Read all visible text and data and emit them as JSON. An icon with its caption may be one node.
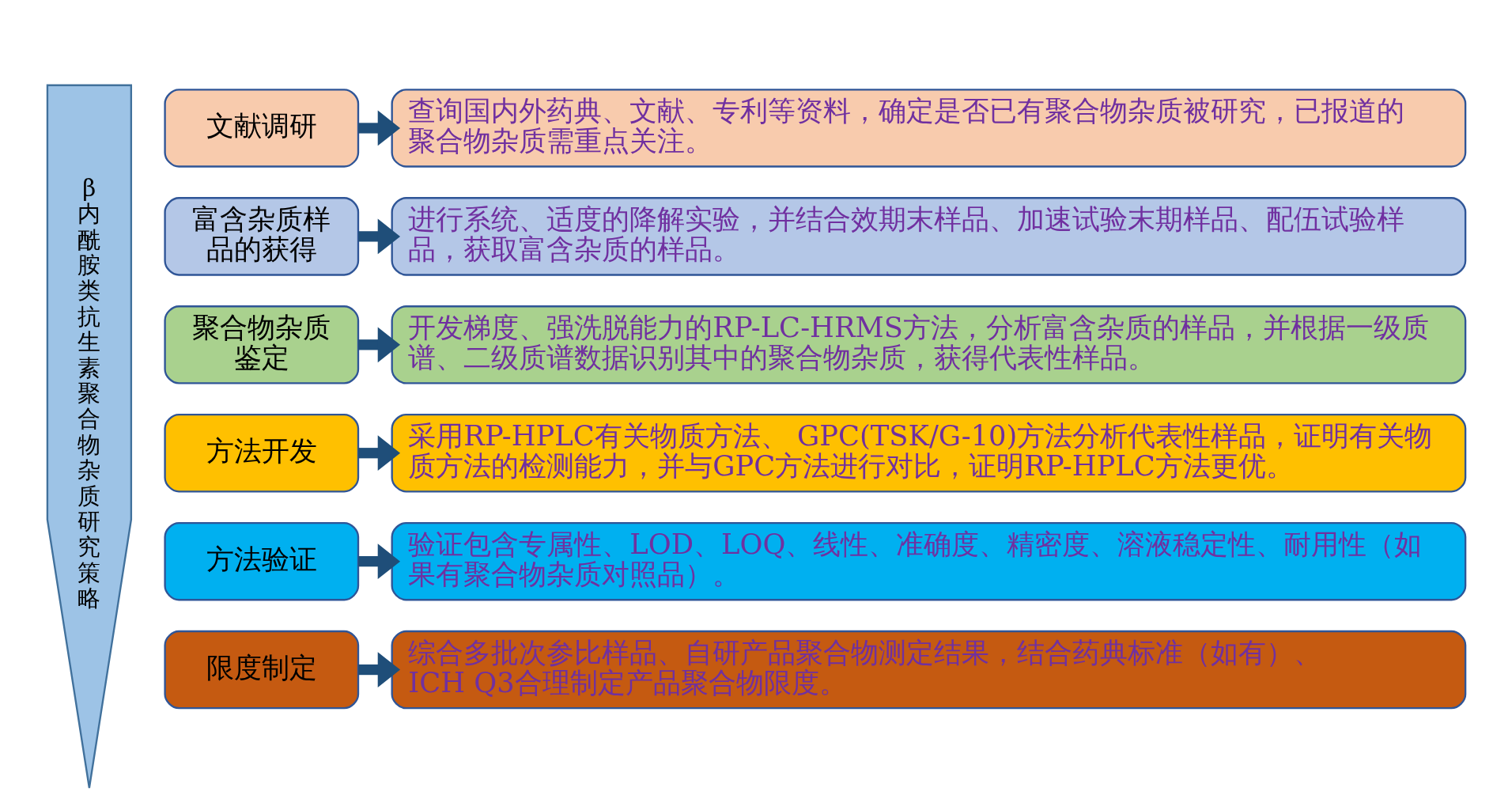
{
  "diagram": {
    "nodes": [
      {
        "text": [
          "β内酰胺类抗生素聚合物杂质研究策略"
        ]
      },
      {
        "text": [
          "文献调研"
        ]
      },
      {
        "text": [
          "查询国内外药典、文献、专利等资料，确定是否已有聚合物杂质被研究，已报道的聚合物杂质需重点关注。"
        ]
      },
      {
        "text": [
          "富含杂质样品的获得"
        ]
      },
      {
        "text": [
          "进行系统、适度的降解实验，并结合效期末样品、加速试验末期样品、配伍试验样品，获取富含杂质的样品。"
        ]
      },
      {
        "text": [
          "聚合物杂质鉴定"
        ]
      },
      {
        "text": [
          "开发梯度、强洗脱能力的RP-LC-HRMS方法，分析富含杂质的样品，并根据一级质谱、二级质谱数据识别其中的聚合物杂质，获得代表性样品。"
        ]
      },
      {
        "text": [
          "方法开发"
        ]
      },
      {
        "text": [
          "采用RP-HPLC有关物质方法、 GPC(TSK/G-10)方法分析代表性样品，证明有关物质方法的检测能力，并与GPC方法进行对比，证明RP-HPLC方法更优。"
        ]
      },
      {
        "text": [
          "方法验证"
        ]
      },
      {
        "text": [
          "验证包含专属性、LOD、LOQ、线性、准确度、精密度、溶液稳定性、耐用性（如果有聚合物杂质对照品）。"
        ]
      },
      {
        "text": [
          "限度制定"
        ]
      },
      {
        "text": [
          "综合多批次参比样品、自研产品聚合物测定结果，结合药典标准（如有）、ICH Q3合理制定产品聚合物限度。"
        ]
      }
    ],
    "edges": [
      {
        "from": 1,
        "to": 2,
        "arrow": "to"
      },
      {
        "from": 3,
        "to": 4,
        "arrow": "to"
      },
      {
        "from": 5,
        "to": 6,
        "arrow": "to"
      },
      {
        "from": 7,
        "to": 8,
        "arrow": "to"
      },
      {
        "from": 9,
        "to": 10,
        "arrow": "to"
      },
      {
        "from": 11,
        "to": 12,
        "arrow": "to"
      }
    ]
  }
}
